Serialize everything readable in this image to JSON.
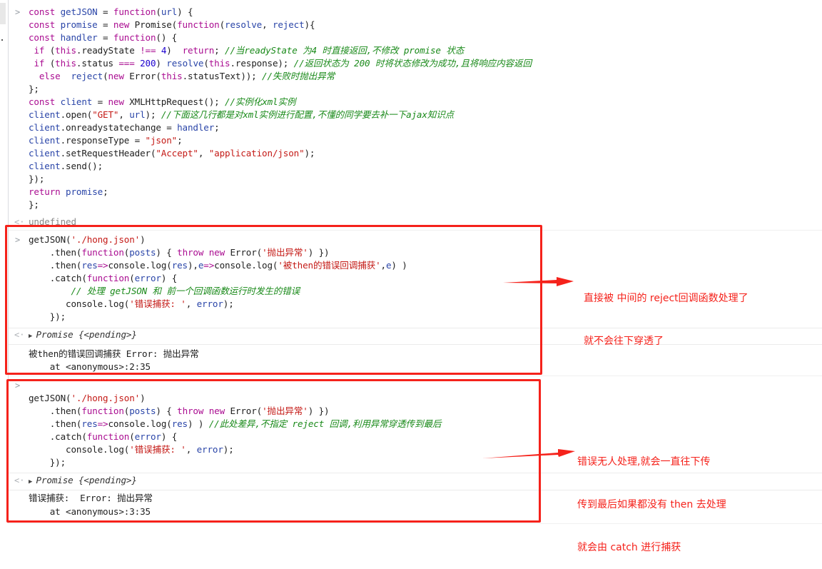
{
  "console": {
    "prompt_glyph": ">",
    "return_glyph": "<·",
    "entries": [
      {
        "id": "entry-1",
        "lines": [
          [
            [
              "k",
              "const "
            ],
            [
              "v",
              "getJSON"
            ],
            [
              "p",
              " = "
            ],
            [
              "k",
              "function"
            ],
            [
              "p",
              "("
            ],
            [
              "v",
              "url"
            ],
            [
              "p",
              ") {"
            ]
          ],
          [
            [
              "k",
              "const "
            ],
            [
              "v",
              "promise"
            ],
            [
              "p",
              " = "
            ],
            [
              "k",
              "new "
            ],
            [
              "p",
              "Promise("
            ],
            [
              "k",
              "function"
            ],
            [
              "p",
              "("
            ],
            [
              "v",
              "resolve"
            ],
            [
              "p",
              ", "
            ],
            [
              "v",
              "reject"
            ],
            [
              "p",
              "){"
            ]
          ],
          [
            [
              "k",
              "const "
            ],
            [
              "v",
              "handler"
            ],
            [
              "p",
              " = "
            ],
            [
              "k",
              "function"
            ],
            [
              "p",
              "() {"
            ]
          ],
          [
            [
              "p",
              " "
            ],
            [
              "k",
              "if "
            ],
            [
              "p",
              "("
            ],
            [
              "k",
              "this"
            ],
            [
              "p",
              ".readyState "
            ],
            [
              "k",
              "!=="
            ],
            [
              "p",
              " "
            ],
            [
              "n",
              "4"
            ],
            [
              "p",
              ")  "
            ],
            [
              "k",
              "return"
            ],
            [
              "p",
              "; "
            ],
            [
              "c",
              "//当readyState 为4 时直接返回,不修改 promise 状态"
            ]
          ],
          [
            [
              "p",
              " "
            ],
            [
              "k",
              "if "
            ],
            [
              "p",
              "("
            ],
            [
              "k",
              "this"
            ],
            [
              "p",
              ".status "
            ],
            [
              "k",
              "==="
            ],
            [
              "p",
              " "
            ],
            [
              "n",
              "200"
            ],
            [
              "p",
              ") "
            ],
            [
              "v",
              "resolve"
            ],
            [
              "p",
              "("
            ],
            [
              "k",
              "this"
            ],
            [
              "p",
              ".response); "
            ],
            [
              "c",
              "//返回状态为 200 时将状态修改为成功,且将响应内容返回"
            ]
          ],
          [
            [
              "p",
              "  "
            ],
            [
              "k",
              "else  "
            ],
            [
              "v",
              "reject"
            ],
            [
              "p",
              "("
            ],
            [
              "k",
              "new "
            ],
            [
              "p",
              "Error("
            ],
            [
              "k",
              "this"
            ],
            [
              "p",
              ".statusText)); "
            ],
            [
              "c",
              "//失败时抛出异常"
            ]
          ],
          [
            [
              "p",
              "};"
            ]
          ],
          [
            [
              "k",
              "const "
            ],
            [
              "v",
              "client"
            ],
            [
              "p",
              " = "
            ],
            [
              "k",
              "new "
            ],
            [
              "p",
              "XMLHttpRequest(); "
            ],
            [
              "c",
              "//实例化xml实例"
            ]
          ],
          [
            [
              "v",
              "client"
            ],
            [
              "p",
              ".open("
            ],
            [
              "s",
              "\"GET\""
            ],
            [
              "p",
              ", "
            ],
            [
              "v",
              "url"
            ],
            [
              "p",
              "); "
            ],
            [
              "c",
              "//下面这几行都是对xml实例进行配置,不懂的同学要去补一下ajax知识点"
            ]
          ],
          [
            [
              "v",
              "client"
            ],
            [
              "p",
              ".onreadystatechange = "
            ],
            [
              "v",
              "handler"
            ],
            [
              "p",
              ";"
            ]
          ],
          [
            [
              "v",
              "client"
            ],
            [
              "p",
              ".responseType = "
            ],
            [
              "s",
              "\"json\""
            ],
            [
              "p",
              ";"
            ]
          ],
          [
            [
              "v",
              "client"
            ],
            [
              "p",
              ".setRequestHeader("
            ],
            [
              "s",
              "\"Accept\""
            ],
            [
              "p",
              ", "
            ],
            [
              "s",
              "\"application/json\""
            ],
            [
              "p",
              ");"
            ]
          ],
          [
            [
              "v",
              "client"
            ],
            [
              "p",
              ".send();"
            ]
          ],
          [
            [
              "p",
              "});"
            ]
          ],
          [
            [
              "k",
              "return "
            ],
            [
              "v",
              "promise"
            ],
            [
              "p",
              ";"
            ]
          ],
          [
            [
              "p",
              "};"
            ]
          ]
        ],
        "result": "undefined"
      },
      {
        "id": "entry-2",
        "lines": [
          [
            [
              "p",
              "getJSON("
            ],
            [
              "s",
              "'./hong.json'"
            ],
            [
              "p",
              ")"
            ]
          ],
          [
            [
              "p",
              "    .then("
            ],
            [
              "k",
              "function"
            ],
            [
              "p",
              "("
            ],
            [
              "v",
              "posts"
            ],
            [
              "p",
              ") { "
            ],
            [
              "k",
              "throw new "
            ],
            [
              "p",
              "Error("
            ],
            [
              "s",
              "'抛出异常'"
            ],
            [
              "p",
              ") })"
            ]
          ],
          [
            [
              "p",
              "    .then("
            ],
            [
              "v",
              "res"
            ],
            [
              "k",
              "=>"
            ],
            [
              "p",
              "console.log("
            ],
            [
              "v",
              "res"
            ],
            [
              "p",
              "),"
            ],
            [
              "v",
              "e"
            ],
            [
              "k",
              "=>"
            ],
            [
              "p",
              "console.log("
            ],
            [
              "s",
              "'被then的错误回调捕获'"
            ],
            [
              "p",
              ","
            ],
            [
              "v",
              "e"
            ],
            [
              "p",
              ") )"
            ]
          ],
          [
            [
              "p",
              "    .catch("
            ],
            [
              "k",
              "function"
            ],
            [
              "p",
              "("
            ],
            [
              "v",
              "error"
            ],
            [
              "p",
              ") {"
            ]
          ],
          [
            [
              "p",
              "        "
            ],
            [
              "c",
              "// 处理 getJSON 和 前一个回调函数运行时发生的错误"
            ]
          ],
          [
            [
              "p",
              "       console.log("
            ],
            [
              "s",
              "'错误捕获: '"
            ],
            [
              "p",
              ", "
            ],
            [
              "v",
              "error"
            ],
            [
              "p",
              ");"
            ]
          ],
          [
            [
              "p",
              "    });"
            ]
          ]
        ],
        "result": "Promise {<pending>}",
        "output": [
          "被then的错误回调捕获 Error: 抛出异常",
          "    at <anonymous>:2:35"
        ]
      },
      {
        "id": "entry-3",
        "lines": [
          [
            [
              "p",
              "getJSON("
            ],
            [
              "s",
              "'./hong.json'"
            ],
            [
              "p",
              ")"
            ]
          ],
          [
            [
              "p",
              "    .then("
            ],
            [
              "k",
              "function"
            ],
            [
              "p",
              "("
            ],
            [
              "v",
              "posts"
            ],
            [
              "p",
              ") { "
            ],
            [
              "k",
              "throw new "
            ],
            [
              "p",
              "Error("
            ],
            [
              "s",
              "'抛出异常'"
            ],
            [
              "p",
              ") })"
            ]
          ],
          [
            [
              "p",
              "    .then("
            ],
            [
              "v",
              "res"
            ],
            [
              "k",
              "=>"
            ],
            [
              "p",
              "console.log("
            ],
            [
              "v",
              "res"
            ],
            [
              "p",
              ") ) "
            ],
            [
              "c",
              "//此处差异,不指定 reject 回调,利用异常穿透传到最后"
            ]
          ],
          [
            [
              "p",
              "    .catch("
            ],
            [
              "k",
              "function"
            ],
            [
              "p",
              "("
            ],
            [
              "v",
              "error"
            ],
            [
              "p",
              ") {"
            ]
          ],
          [
            [
              "p",
              "       console.log("
            ],
            [
              "s",
              "'错误捕获: '"
            ],
            [
              "p",
              ", "
            ],
            [
              "v",
              "error"
            ],
            [
              "p",
              ");"
            ]
          ],
          [
            [
              "p",
              "    });"
            ]
          ]
        ],
        "result": "Promise {<pending>}",
        "output": [
          "错误捕获:  Error: 抛出异常",
          "    at <anonymous>:3:35"
        ]
      }
    ]
  },
  "annotations": {
    "color": "#f5221b",
    "note_1": [
      "直接被 中间的 reject回调函数处理了",
      "就不会往下穿透了"
    ],
    "note_2": [
      "错误无人处理,就会一直往下传",
      "传到最后如果都没有 then 去处理",
      "就会由 catch 进行捕获"
    ]
  }
}
